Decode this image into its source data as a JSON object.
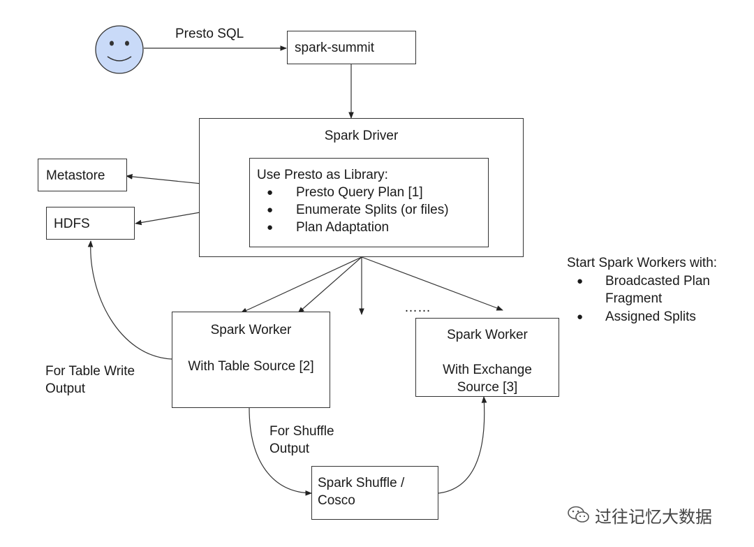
{
  "user": {
    "icon": "smiley-user-icon",
    "color": "#c9daf8"
  },
  "edges": {
    "presto_sql": "Presto SQL",
    "ellipsis": "……"
  },
  "nodes": {
    "spark_submit": "spark-summit",
    "spark_driver": "Spark Driver",
    "library": {
      "title": "Use Presto as Library:",
      "items": [
        "Presto Query Plan [1]",
        "Enumerate Splits (or files)",
        "Plan Adaptation"
      ]
    },
    "metastore": "Metastore",
    "hdfs": "HDFS",
    "worker_table": {
      "title": "Spark Worker",
      "subtitle": "With Table Source [2]"
    },
    "worker_exchange": {
      "title": "Spark Worker",
      "subtitle_line1": "With Exchange",
      "subtitle_line2": "Source [3]"
    },
    "shuffle": {
      "line1": "Spark Shuffle /",
      "line2": "Cosco"
    }
  },
  "annotations": {
    "table_write": {
      "line1": "For Table Write",
      "line2": "Output"
    },
    "shuffle_output": {
      "line1": "For Shuffle",
      "line2": "Output"
    },
    "start_workers": {
      "title": "Start Spark Workers with:",
      "items": [
        {
          "line1": "Broadcasted Plan",
          "line2": "Fragment"
        },
        {
          "line1": "Assigned Splits",
          "line2": ""
        }
      ]
    }
  },
  "watermark": {
    "icon": "wechat-icon",
    "text": "过往记忆大数据"
  }
}
